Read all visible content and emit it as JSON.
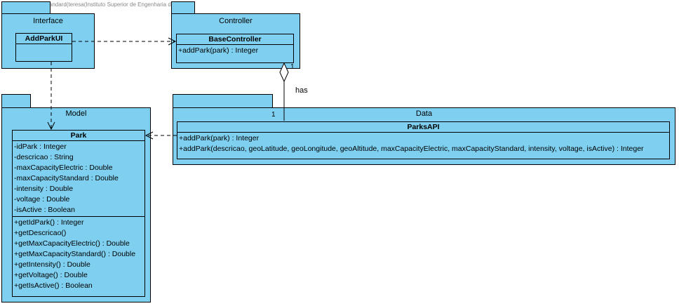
{
  "watermark": "Visual Paradigm Standard(teresa(Instituto Superior de Engenharia do Porto))",
  "packages": {
    "interface": {
      "title": "Interface"
    },
    "controller": {
      "title": "Controller"
    },
    "model": {
      "title": "Model"
    },
    "data": {
      "title": "Data"
    }
  },
  "classes": {
    "addparkui": {
      "name": "AddParkUI"
    },
    "basecontroller": {
      "name": "BaseController",
      "methods": [
        "+addPark(park) : Integer"
      ]
    },
    "parksapi": {
      "name": "ParksAPI",
      "methods": [
        "+addPark(park) : Integer",
        "+addPark(descricao, geoLatitude, geoLongitude, geoAltitude, maxCapacityElectric, maxCapacityStandard, intensity, voltage, isActive) : Integer"
      ]
    },
    "park": {
      "name": "Park",
      "attributes": [
        "-idPark : Integer",
        "-descricao : String",
        "-maxCapacityElectric : Double",
        "-maxCapacityStandard : Double",
        "-intensity : Double",
        "-voltage : Double",
        "-isActive : Boolean"
      ],
      "methods": [
        "+getIdPark() : Integer",
        "+getDescricao()",
        "+getMaxCapacityElectric() : Double",
        "+getMaxCapacityStandard() : Double",
        "+getIntensity() : Double",
        "+getVoltage() : Double",
        "+getIsActive() : Boolean"
      ]
    }
  },
  "association": {
    "label": "has",
    "mult_controller": "1",
    "mult_data": "1"
  },
  "colors": {
    "fill": "#7fd0f0",
    "line": "#000000"
  }
}
